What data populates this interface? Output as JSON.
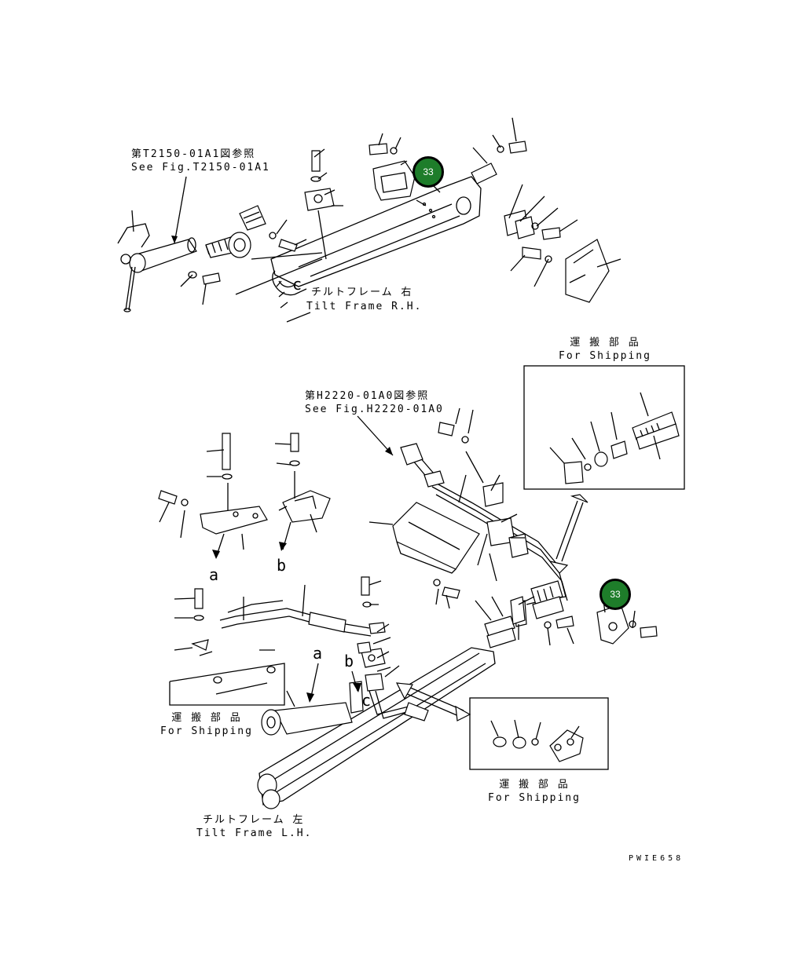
{
  "drawing_id": "PWIE658",
  "refs": {
    "top_jp": "第T2150-01A1図参照",
    "top_en": "See Fig.T2150-01A1",
    "mid_jp": "第H2220-01A0図参照",
    "mid_en": "See Fig.H2220-01A0"
  },
  "frames": {
    "rh_jp": "チルトフレーム 右",
    "rh_en": "Tilt Frame R.H.",
    "lh_jp": "チルトフレーム 左",
    "lh_en": "Tilt Frame L.H."
  },
  "shipping": {
    "jp": "運 搬 部 品",
    "en": "For Shipping"
  },
  "markers": {
    "a": "a",
    "b": "b",
    "c": "c"
  },
  "callouts": [
    {
      "label": "33"
    },
    {
      "label": "33"
    }
  ],
  "colors": {
    "callout_fill": "#1e7d2a",
    "line": "#000000"
  }
}
